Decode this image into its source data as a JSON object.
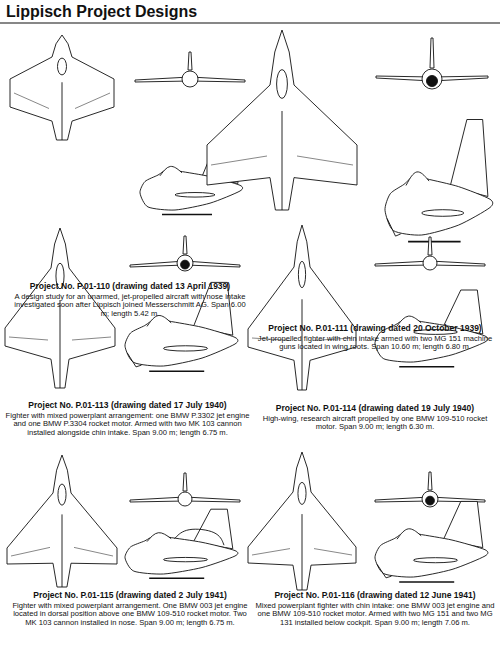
{
  "diagram": {
    "title": "Lippisch Project Designs",
    "labels": [
      "Project No. P.01-110 (drawing dated 13 April 1939)",
      "A design study for an unarmed, jet-propelled aircraft with nose intake investigated soon after Lippisch joined Messerschmitt AG. Span 6.00 m; length 5.42 m.",
      "Project No. P.01-111 (drawing dated 20 October 1939)",
      "Jet-propelled fighter with chin intake armed with two MG 151 machine guns located in wing roots. Span 10.60 m; length 6.80 m.",
      "Project No. P.01-113 (drawing dated 17 July 1940)",
      "Fighter with mixed powerplant arrangement: one BMW P.3302 jet engine and one BMW P.3304 rocket motor. Armed with two MK 103 cannon installed alongside chin intake. Span 9.00 m; length 6.75 m.",
      "Project No. P.01-114 (drawing dated 19 July 1940)",
      "High-wing, research aircraft propelled by one BMW 109-510 rocket motor. Span 9.00 m; length 6.30 m.",
      "Project No. P.01-115 (drawing dated 2 July 1941)",
      "Fighter with mixed powerplant arrangement. One BMW 003 jet engine located in dorsal position above one BMW 109-510 rocket motor. Two MK 103 cannon installed in nose. Span 9.00 m; length 6.75 m.",
      "Project No. P.01-116 (drawing dated 12 June 1941)",
      "Mixed powerplant fighter with chin intake: one BMW 003 jet engine and one BMW 109-510 rocket motor. Armed with two MG 151 and two MG 131 installed below cockpit. Span 9.00 m; length 7.06 m."
    ]
  }
}
